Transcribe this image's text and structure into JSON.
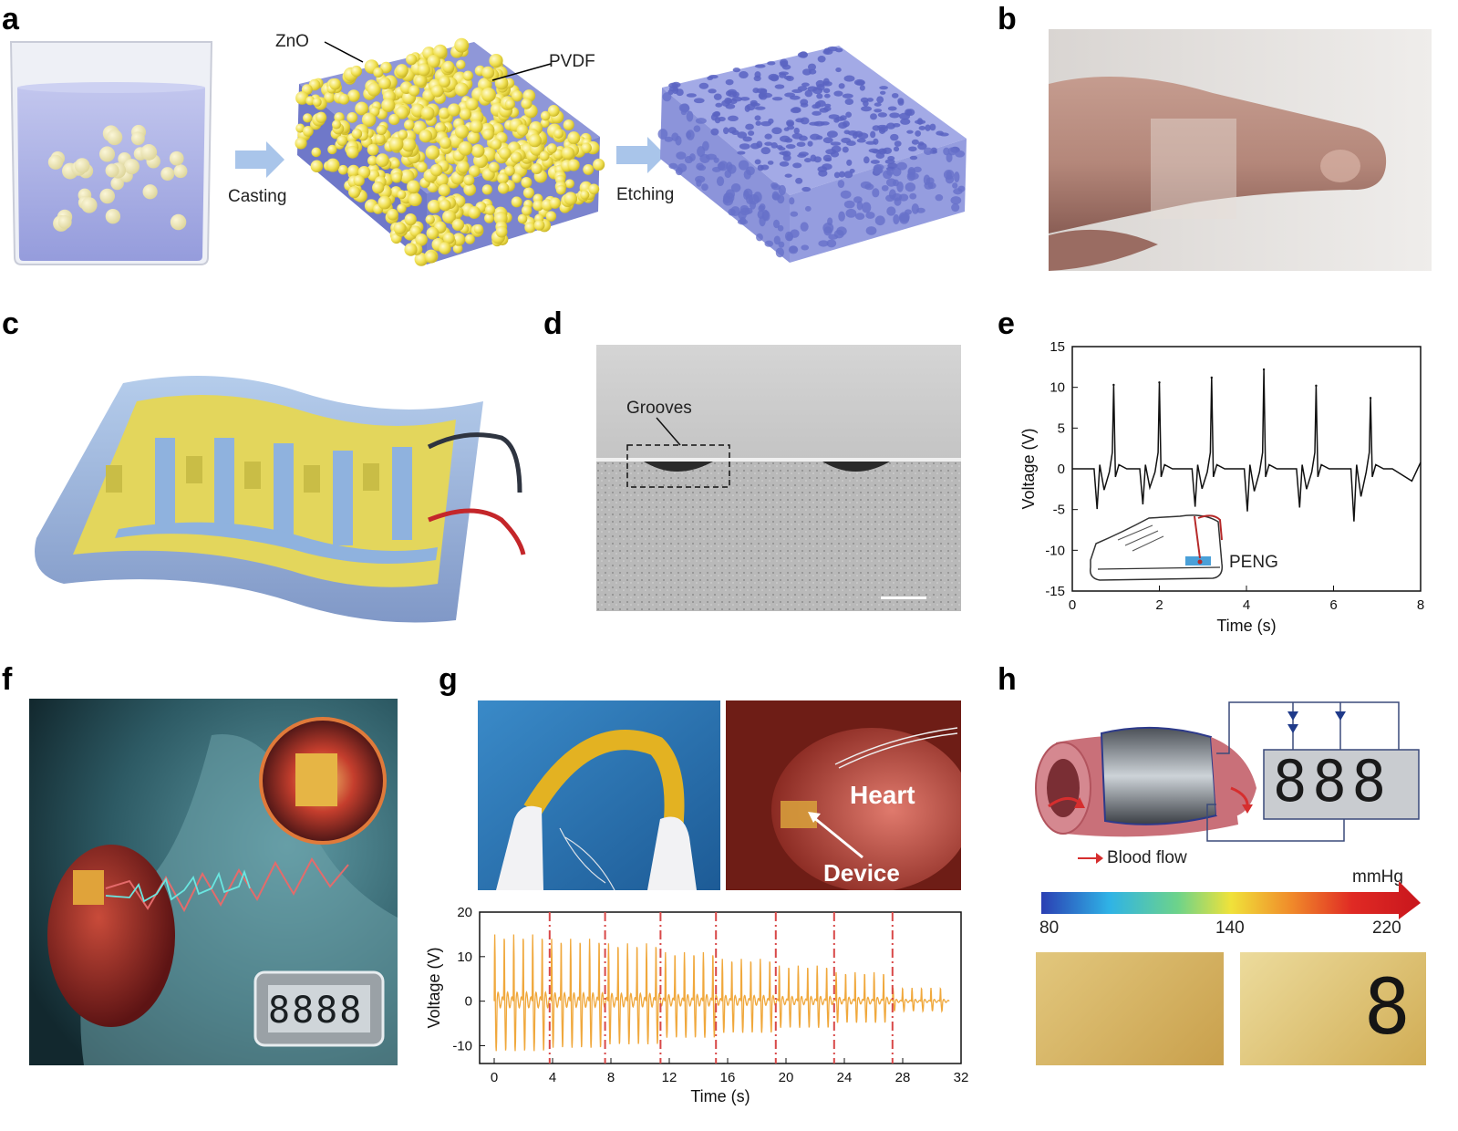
{
  "panels": {
    "a": {
      "label": "a",
      "zno_label": "ZnO",
      "pvdf_label": "PVDF",
      "casting_label": "Casting",
      "etching_label": "Etching"
    },
    "b": {
      "label": "b"
    },
    "c": {
      "label": "c"
    },
    "d": {
      "label": "d",
      "grooves_label": "Grooves"
    },
    "e": {
      "label": "e",
      "inset_label": "PENG"
    },
    "f": {
      "label": "f",
      "display_digits": "8888"
    },
    "g": {
      "label": "g",
      "heart_label": "Heart",
      "device_label": "Device"
    },
    "h": {
      "label": "h",
      "display_digits": "888",
      "blood_flow_label": "Blood flow",
      "unit_label": "mmHg",
      "scale_ticks": [
        "80",
        "140",
        "220"
      ],
      "lcd_digit": "8"
    }
  },
  "chart_data": [
    {
      "panel": "e",
      "type": "line",
      "xlabel": "Time (s)",
      "ylabel": "Voltage (V)",
      "xlim": [
        0,
        8
      ],
      "ylim": [
        -15,
        15
      ],
      "xticks": [
        "0",
        "2",
        "4",
        "6",
        "8"
      ],
      "yticks": [
        "15",
        "10",
        "5",
        "0",
        "-5",
        "-10",
        "-15"
      ],
      "peak_times": [
        0.95,
        2.0,
        3.2,
        4.4,
        5.6,
        6.85
      ],
      "peak_values": [
        10.3,
        10.6,
        11.2,
        12.2,
        10.2,
        8.7
      ],
      "trough_values": [
        -5.2,
        -4.6,
        -4.9,
        -5.5,
        -5.0,
        -6.8
      ],
      "grid": false
    },
    {
      "panel": "g",
      "type": "line",
      "xlabel": "Time (s)",
      "ylabel": "Voltage (V)",
      "xlim": [
        -1,
        32
      ],
      "ylim": [
        -14,
        20
      ],
      "xticks": [
        "0",
        "4",
        "8",
        "12",
        "16",
        "20",
        "24",
        "28",
        "32"
      ],
      "yticks": [
        "20",
        "10",
        "0",
        "-10"
      ],
      "segment_boundaries": [
        3.8,
        7.6,
        11.4,
        15.2,
        19.3,
        23.3,
        27.3
      ],
      "segment_amplitudes": [
        15,
        14,
        13,
        11,
        9.5,
        8,
        6.5,
        3
      ],
      "beat_period": 0.65,
      "series_color": "#f0a83c",
      "boundary_color": "#d84848",
      "grid": false
    }
  ],
  "colors": {
    "beaker_liquid": "#a3a9e0",
    "zno_particle": "#f1e45b",
    "pvdf": "#7d86d2",
    "arrow": "#9fbfe6",
    "device_yellow": "#e2d35a",
    "device_blue": "#8fb2de",
    "vessel": "#c76a74",
    "scale_start": "#2b3fb3",
    "scale_end": "#c8161d"
  }
}
